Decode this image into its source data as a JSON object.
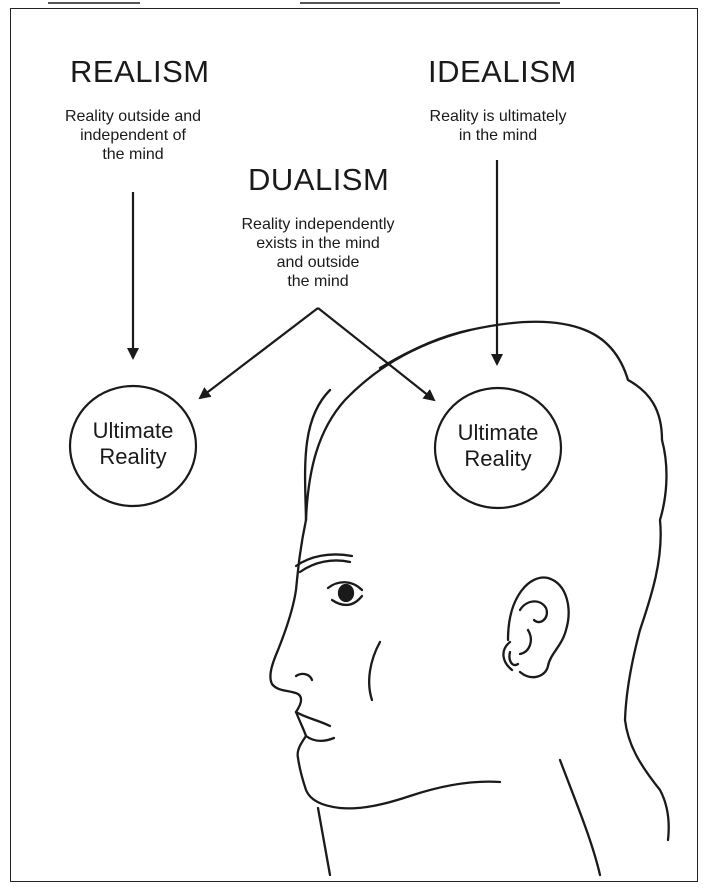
{
  "realism": {
    "title": "REALISM",
    "lines": [
      "Reality outside and",
      "independent of",
      "the mind"
    ]
  },
  "idealism": {
    "title": "IDEALISM",
    "lines": [
      "Reality is ultimately",
      "in the mind"
    ]
  },
  "dualism": {
    "title": "DUALISM",
    "lines": [
      "Reality independently",
      "exists in the mind",
      "and outside",
      "the mind"
    ]
  },
  "left_circle": {
    "lines": [
      "Ultimate",
      "Reality"
    ]
  },
  "right_circle": {
    "lines": [
      "Ultimate",
      "Reality"
    ]
  },
  "colors": {
    "line": "#1a1a1a",
    "background": "#ffffff"
  },
  "icons": {
    "head": "head-profile-icon"
  }
}
